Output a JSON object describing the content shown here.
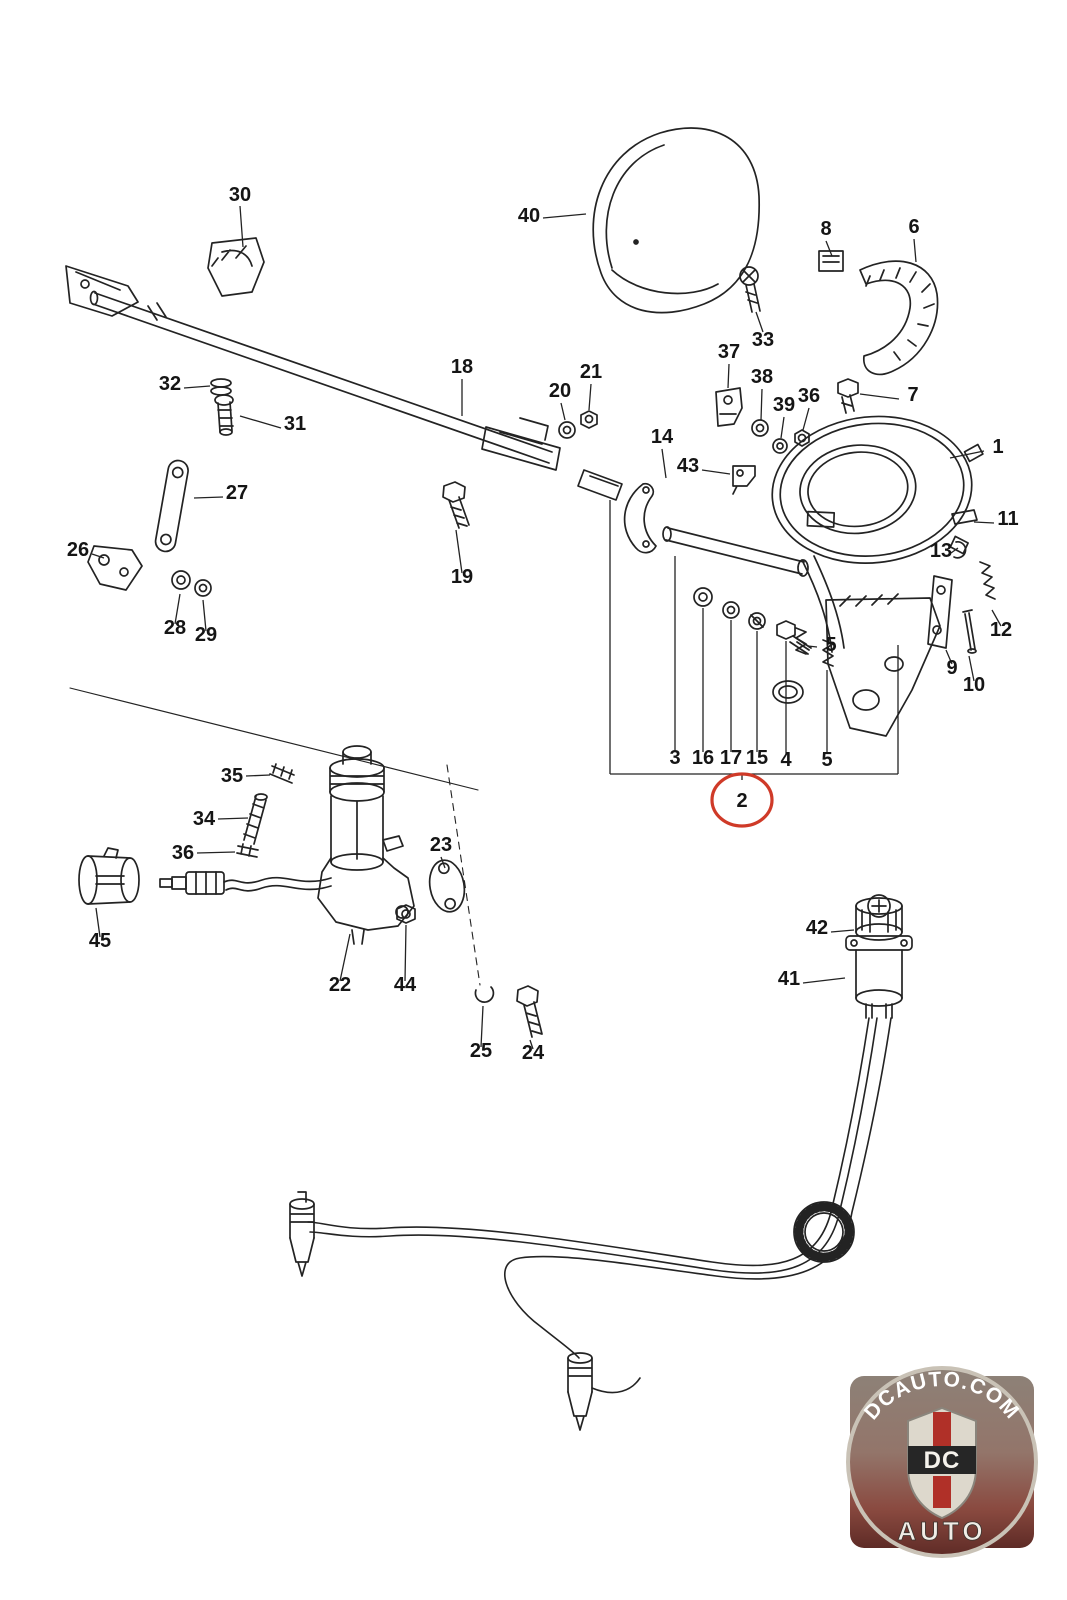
{
  "diagram": {
    "highlight_color": "#cf3a28",
    "line_color": "#232323",
    "highlighted_part": "2",
    "labels": {
      "p1": "1",
      "p2": "2",
      "p3": "3",
      "p4": "4",
      "p5a": "5",
      "p5b": "5",
      "p6": "6",
      "p7": "7",
      "p8": "8",
      "p9": "9",
      "p10": "10",
      "p11": "11",
      "p12": "12",
      "p13": "13",
      "p14": "14",
      "p15": "15",
      "p16": "16",
      "p17": "17",
      "p18": "18",
      "p19": "19",
      "p20": "20",
      "p21": "21",
      "p22": "22",
      "p23": "23",
      "p24": "24",
      "p25": "25",
      "p26": "26",
      "p27": "27",
      "p28": "28",
      "p29": "29",
      "p30": "30",
      "p31": "31",
      "p32": "32",
      "p33": "33",
      "p34": "34",
      "p35": "35",
      "p36a": "36",
      "p36b": "36",
      "p37": "37",
      "p38": "38",
      "p39": "39",
      "p40": "40",
      "p41": "41",
      "p42": "42",
      "p43": "43",
      "p44": "44",
      "p45": "45"
    }
  },
  "logo": {
    "site": "DCAUTO.COM",
    "monogram": "DC",
    "word": "AUTO",
    "colors": {
      "shield_red": "#b03028",
      "band_dark": "#262626",
      "text_white": "#f5f2ec"
    }
  }
}
